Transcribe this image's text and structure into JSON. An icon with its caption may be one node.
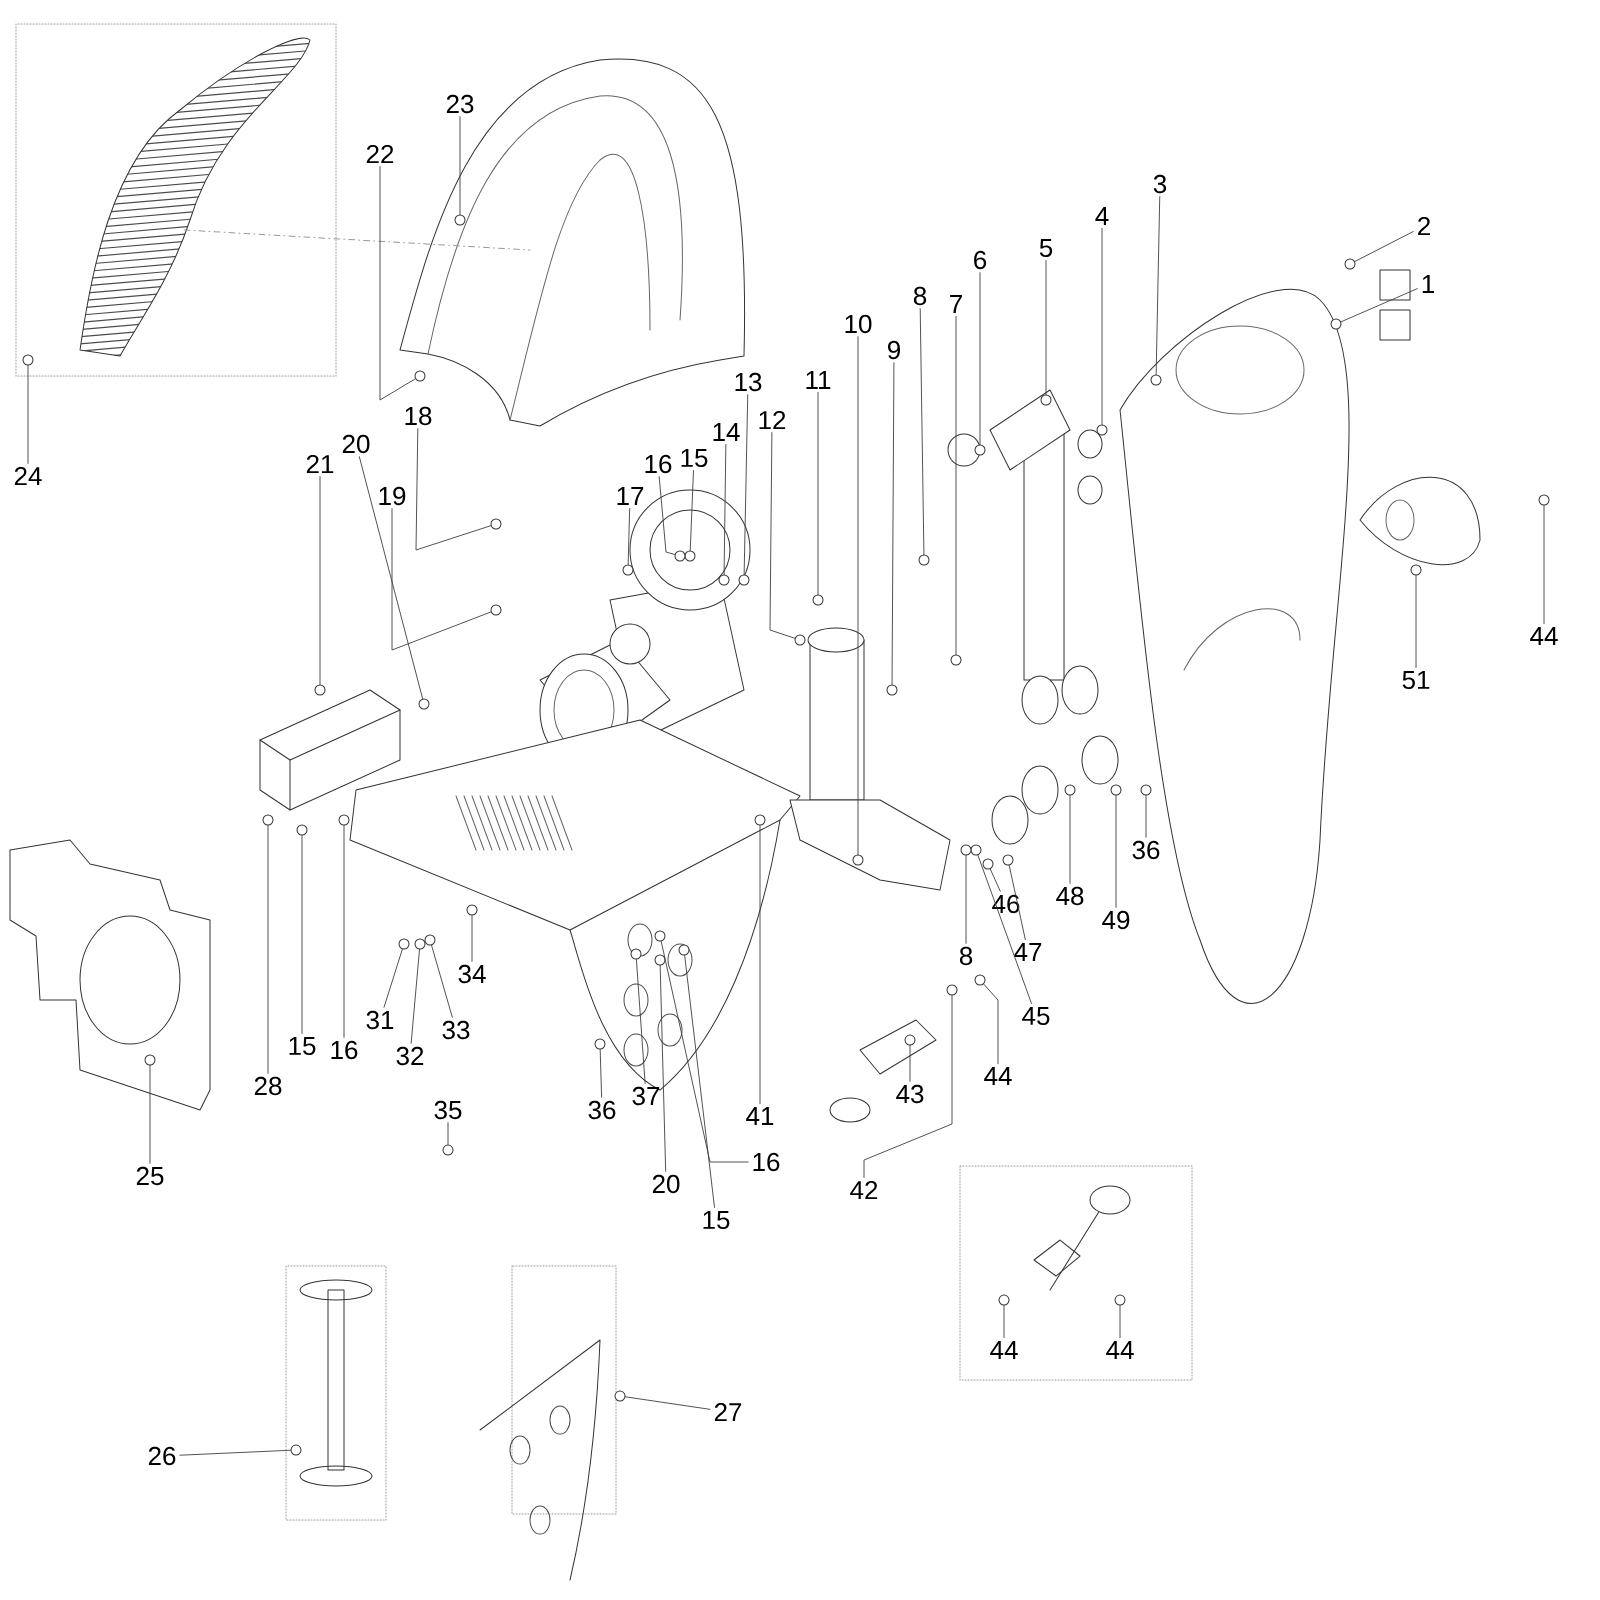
{
  "diagram": {
    "nodes": [
      {
        "text": [
          "1"
        ]
      },
      {
        "text": [
          "2"
        ]
      },
      {
        "text": [
          "3"
        ]
      },
      {
        "text": [
          "4"
        ]
      },
      {
        "text": [
          "5"
        ]
      },
      {
        "text": [
          "6"
        ]
      },
      {
        "text": [
          "7"
        ]
      },
      {
        "text": [
          "8"
        ]
      },
      {
        "text": [
          "9"
        ]
      },
      {
        "text": [
          "10"
        ]
      },
      {
        "text": [
          "11"
        ]
      },
      {
        "text": [
          "12"
        ]
      },
      {
        "text": [
          "13"
        ]
      },
      {
        "text": [
          "14"
        ]
      },
      {
        "text": [
          "15"
        ]
      },
      {
        "text": [
          "16"
        ]
      },
      {
        "text": [
          "17"
        ]
      },
      {
        "text": [
          "18"
        ]
      },
      {
        "text": [
          "19"
        ]
      },
      {
        "text": [
          "20"
        ]
      },
      {
        "text": [
          "21"
        ]
      },
      {
        "text": [
          "22"
        ]
      },
      {
        "text": [
          "23"
        ]
      },
      {
        "text": [
          "24"
        ]
      },
      {
        "text": [
          "25"
        ]
      },
      {
        "text": [
          "26"
        ]
      },
      {
        "text": [
          "27"
        ]
      },
      {
        "text": [
          "28"
        ]
      },
      {
        "text": [
          "15"
        ]
      },
      {
        "text": [
          "16"
        ]
      },
      {
        "text": [
          "31"
        ]
      },
      {
        "text": [
          "32"
        ]
      },
      {
        "text": [
          "33"
        ]
      },
      {
        "text": [
          "34"
        ]
      },
      {
        "text": [
          "35"
        ]
      },
      {
        "text": [
          "36"
        ]
      },
      {
        "text": [
          "37"
        ]
      },
      {
        "text": [
          "20"
        ]
      },
      {
        "text": [
          "15"
        ]
      },
      {
        "text": [
          "16"
        ]
      },
      {
        "text": [
          "41"
        ]
      },
      {
        "text": [
          "42"
        ]
      },
      {
        "text": [
          "43"
        ]
      },
      {
        "text": [
          "44"
        ]
      },
      {
        "text": [
          "45"
        ]
      },
      {
        "text": [
          "46"
        ]
      },
      {
        "text": [
          "47"
        ]
      },
      {
        "text": [
          "48"
        ]
      },
      {
        "text": [
          "49"
        ]
      },
      {
        "text": [
          "36"
        ]
      },
      {
        "text": [
          "8"
        ]
      },
      {
        "text": [
          "44"
        ]
      },
      {
        "text": [
          "44"
        ]
      },
      {
        "text": [
          "44"
        ]
      },
      {
        "text": [
          "51"
        ]
      },
      {
        "text": [],
        "shape": "circle"
      },
      {
        "text": [],
        "shape": "circle"
      },
      {
        "text": [],
        "shape": "circle"
      },
      {
        "text": [],
        "shape": "circle"
      },
      {
        "text": [],
        "shape": "circle"
      },
      {
        "text": [],
        "shape": "circle"
      },
      {
        "text": [],
        "shape": "circle"
      },
      {
        "text": [],
        "shape": "circle"
      },
      {
        "text": [],
        "shape": "circle"
      },
      {
        "text": [],
        "shape": "circle"
      },
      {
        "text": [],
        "shape": "circle"
      },
      {
        "text": [],
        "shape": "circle"
      },
      {
        "text": [],
        "shape": "circle"
      },
      {
        "text": [],
        "shape": "circle"
      },
      {
        "text": [],
        "shape": "circle"
      },
      {
        "text": [],
        "shape": "circle"
      },
      {
        "text": [],
        "shape": "circle"
      },
      {
        "text": [],
        "shape": "circle"
      },
      {
        "text": [],
        "shape": "circle"
      },
      {
        "text": [],
        "shape": "circle"
      },
      {
        "text": [],
        "shape": "circle"
      },
      {
        "text": [],
        "shape": "circle"
      },
      {
        "text": [],
        "shape": "circle"
      },
      {
        "text": [],
        "shape": "circle"
      },
      {
        "text": [],
        "shape": "circle"
      },
      {
        "text": [],
        "shape": "circle"
      },
      {
        "text": [],
        "shape": "circle"
      },
      {
        "text": [],
        "shape": "circle"
      },
      {
        "text": [],
        "shape": "circle"
      },
      {
        "text": [],
        "shape": "circle"
      },
      {
        "text": [],
        "shape": "circle"
      },
      {
        "text": [],
        "shape": "circle"
      },
      {
        "text": [],
        "shape": "circle"
      },
      {
        "text": [],
        "shape": "circle"
      },
      {
        "text": [],
        "shape": "circle"
      },
      {
        "text": [],
        "shape": "circle"
      },
      {
        "text": [],
        "shape": "circle"
      },
      {
        "text": [],
        "shape": "circle"
      },
      {
        "text": [],
        "shape": "circle"
      },
      {
        "text": [],
        "shape": "circle"
      },
      {
        "text": [],
        "shape": "circle"
      },
      {
        "text": [],
        "shape": "circle"
      },
      {
        "text": [],
        "shape": "circle"
      },
      {
        "text": [],
        "shape": "circle"
      },
      {
        "text": [],
        "shape": "circle"
      },
      {
        "text": [],
        "shape": "circle"
      },
      {
        "text": [],
        "shape": "circle"
      },
      {
        "text": [],
        "shape": "circle"
      },
      {
        "text": [],
        "shape": "circle"
      },
      {
        "text": [],
        "shape": "circle"
      },
      {
        "text": [],
        "shape": "circle"
      },
      {
        "text": [],
        "shape": "circle"
      },
      {
        "text": [],
        "shape": "circle"
      },
      {
        "text": [],
        "shape": "circle"
      },
      {
        "text": [],
        "shape": "circle"
      }
    ],
    "edges": [
      {
        "from": 0,
        "to": 55,
        "arrow": "none"
      },
      {
        "from": 1,
        "to": 56,
        "arrow": "none"
      },
      {
        "from": 2,
        "to": 57,
        "arrow": "none"
      },
      {
        "from": 3,
        "to": 58,
        "arrow": "none"
      },
      {
        "from": 4,
        "to": 59,
        "arrow": "none"
      },
      {
        "from": 5,
        "to": 60,
        "arrow": "none"
      },
      {
        "from": 6,
        "to": 61,
        "arrow": "none"
      },
      {
        "from": 7,
        "to": 62,
        "arrow": "none"
      },
      {
        "from": 8,
        "to": 63,
        "arrow": "none"
      },
      {
        "from": 9,
        "to": 64,
        "arrow": "none"
      },
      {
        "from": 10,
        "to": 65,
        "arrow": "none"
      },
      {
        "from": 11,
        "to": 66,
        "arrow": "none"
      },
      {
        "from": 12,
        "to": 67,
        "arrow": "none"
      },
      {
        "from": 13,
        "to": 68,
        "arrow": "none"
      },
      {
        "from": 14,
        "to": 69,
        "arrow": "none"
      },
      {
        "from": 15,
        "to": 70,
        "arrow": "none"
      },
      {
        "from": 16,
        "to": 71,
        "arrow": "none"
      },
      {
        "from": 17,
        "to": 72,
        "arrow": "none"
      },
      {
        "from": 18,
        "to": 73,
        "arrow": "none"
      },
      {
        "from": 19,
        "to": 74,
        "arrow": "none"
      },
      {
        "from": 20,
        "to": 75,
        "arrow": "none"
      },
      {
        "from": 21,
        "to": 76,
        "arrow": "none"
      },
      {
        "from": 22,
        "to": 77,
        "arrow": "none"
      },
      {
        "from": 23,
        "to": 78,
        "arrow": "none"
      },
      {
        "from": 24,
        "to": 79,
        "arrow": "none"
      },
      {
        "from": 25,
        "to": 80,
        "arrow": "none"
      },
      {
        "from": 26,
        "to": 81,
        "arrow": "none"
      },
      {
        "from": 27,
        "to": 82,
        "arrow": "none"
      },
      {
        "from": 28,
        "to": 83,
        "arrow": "none"
      },
      {
        "from": 29,
        "to": 84,
        "arrow": "none"
      },
      {
        "from": 30,
        "to": 85,
        "arrow": "none"
      },
      {
        "from": 31,
        "to": 86,
        "arrow": "none"
      },
      {
        "from": 32,
        "to": 87,
        "arrow": "none"
      },
      {
        "from": 33,
        "to": 88,
        "arrow": "none"
      },
      {
        "from": 34,
        "to": 89,
        "arrow": "none"
      },
      {
        "from": 35,
        "to": 90,
        "arrow": "none"
      },
      {
        "from": 36,
        "to": 91,
        "arrow": "none"
      },
      {
        "from": 37,
        "to": 92,
        "arrow": "none"
      },
      {
        "from": 38,
        "to": 93,
        "arrow": "none"
      },
      {
        "from": 39,
        "to": 94,
        "arrow": "none"
      },
      {
        "from": 40,
        "to": 95,
        "arrow": "none"
      },
      {
        "from": 41,
        "to": 96,
        "arrow": "none"
      },
      {
        "from": 42,
        "to": 97,
        "arrow": "none"
      },
      {
        "from": 43,
        "to": 98,
        "arrow": "none"
      },
      {
        "from": 44,
        "to": 99,
        "arrow": "none"
      },
      {
        "from": 45,
        "to": 100,
        "arrow": "none"
      },
      {
        "from": 46,
        "to": 101,
        "arrow": "none"
      },
      {
        "from": 47,
        "to": 102,
        "arrow": "none"
      },
      {
        "from": 48,
        "to": 103,
        "arrow": "none"
      },
      {
        "from": 49,
        "to": 104,
        "arrow": "none"
      },
      {
        "from": 50,
        "to": 105,
        "arrow": "none"
      },
      {
        "from": 51,
        "to": 106,
        "arrow": "none"
      },
      {
        "from": 52,
        "to": 107,
        "arrow": "none"
      },
      {
        "from": 53,
        "to": 108,
        "arrow": "none"
      },
      {
        "from": 54,
        "to": 109,
        "arrow": "none"
      }
    ]
  }
}
